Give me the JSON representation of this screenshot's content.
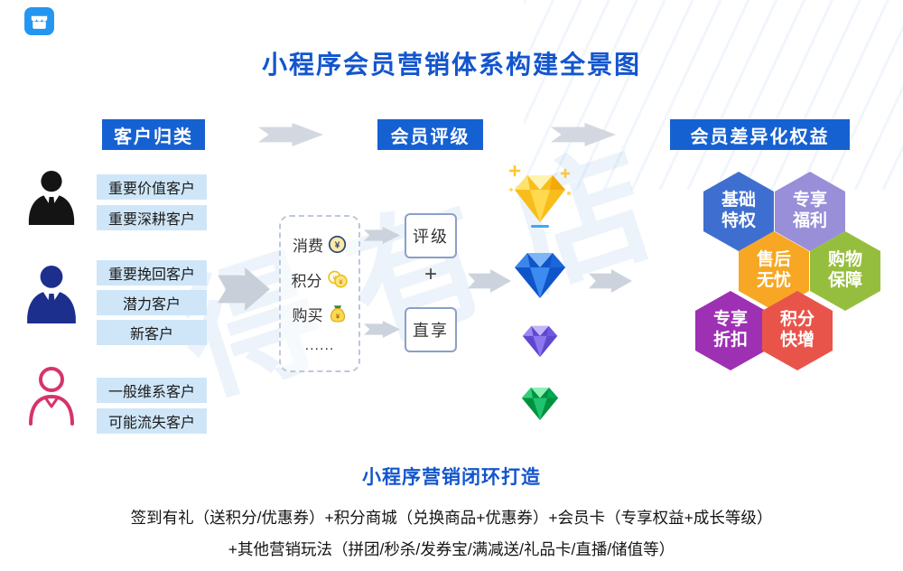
{
  "title": "小程序会员营销体系构建全景图",
  "watermark": {
    "text": "得有店"
  },
  "flow": {
    "step1": "客户归类",
    "step2": "会员评级",
    "step3": "会员差异化权益"
  },
  "customers": {
    "groups": [
      {
        "icon": "businessman-icon",
        "labels": [
          "重要价值客户",
          "重要深耕客户"
        ]
      },
      {
        "icon": "manager-icon",
        "labels": [
          "重要挽回客户",
          "潜力客户",
          "新客户"
        ]
      },
      {
        "icon": "female-outline-icon",
        "labels": [
          "一般维系客户",
          "可能流失客户"
        ]
      }
    ]
  },
  "metrics": {
    "currency": "¥",
    "items": [
      {
        "label": "消费",
        "icon": "yen-coin-icon"
      },
      {
        "label": "积分",
        "icon": "coins-icon"
      },
      {
        "label": "购买",
        "icon": "money-bag-icon"
      }
    ],
    "more": "......"
  },
  "rating": {
    "evaluate": "评级",
    "plus": "+",
    "direct": "直享"
  },
  "levels": {
    "items": [
      "gold-diamond",
      "blue-diamond",
      "purple-diamond",
      "green-diamond"
    ]
  },
  "benefits": [
    {
      "label": "基础特权",
      "color": "#3e6fd0"
    },
    {
      "label": "专享福利",
      "color": "#988fd8"
    },
    {
      "label": "售后无忧",
      "color": "#f7a723"
    },
    {
      "label": "购物保障",
      "color": "#96be3e"
    },
    {
      "label": "专享折扣",
      "color": "#9e30b4"
    },
    {
      "label": "积分快增",
      "color": "#e9544a"
    }
  ],
  "colors": {
    "primary_blue": "#1661d2",
    "title_blue": "#1355cd",
    "label_bg": "#cfe6f8",
    "arrow_gray": "#ccd3dc"
  },
  "footer": {
    "heading": "小程序营销闭环打造",
    "line1": "签到有礼（送积分/优惠券）+积分商城（兑换商品+优惠券）+会员卡（专享权益+成长等级）",
    "line2": "+其他营销玩法（拼团/秒杀/发券宝/满减送/礼品卡/直播/储值等）"
  }
}
